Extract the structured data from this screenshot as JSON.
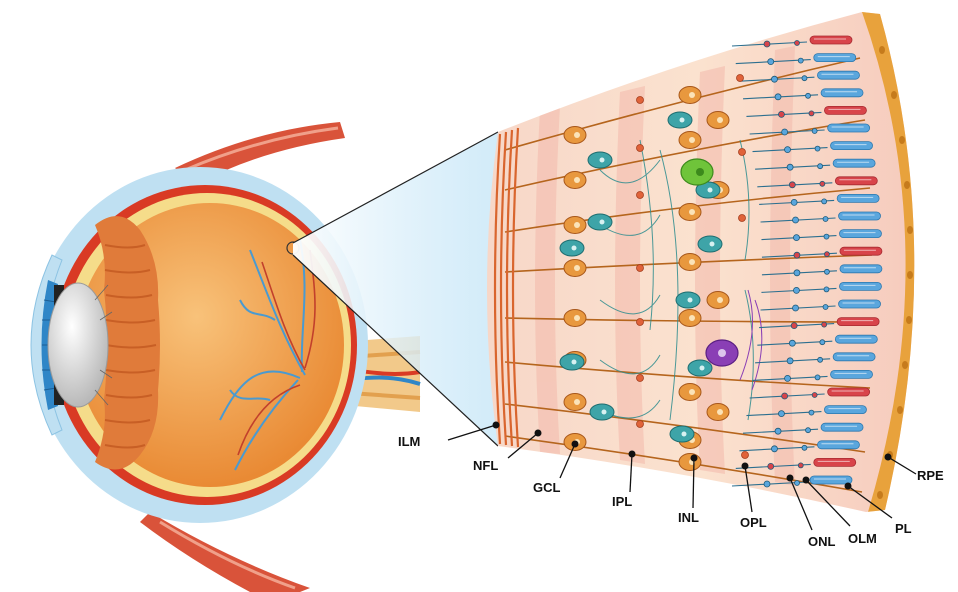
{
  "labels": {
    "ilm": "ILM",
    "nfl": "NFL",
    "gcl": "GCL",
    "ipl": "IPL",
    "inl": "INL",
    "opl": "OPL",
    "onl": "ONL",
    "olm": "OLM",
    "pl": "PL",
    "rpe": "RPE"
  },
  "colors": {
    "muscle": "#d9533a",
    "sclera": "#bfe0f2",
    "choroid": "#d93a24",
    "retina": "#f5dc8a",
    "vitreous": "#f0a34a",
    "lens": "#eeeeee",
    "iris": "#2f86c7",
    "ciliary": "#e07b3a",
    "retina_band": "#f6cfc0",
    "rpe": "#e8a23c",
    "rod": "#5aa6dd",
    "cone": "#d8444a",
    "neuron": "#e8983e",
    "bipolar": "#3ea4a8",
    "ganglion_green": "#6fc43a",
    "amacrine_purple": "#8a3fb5",
    "axon": "#b5651d"
  }
}
